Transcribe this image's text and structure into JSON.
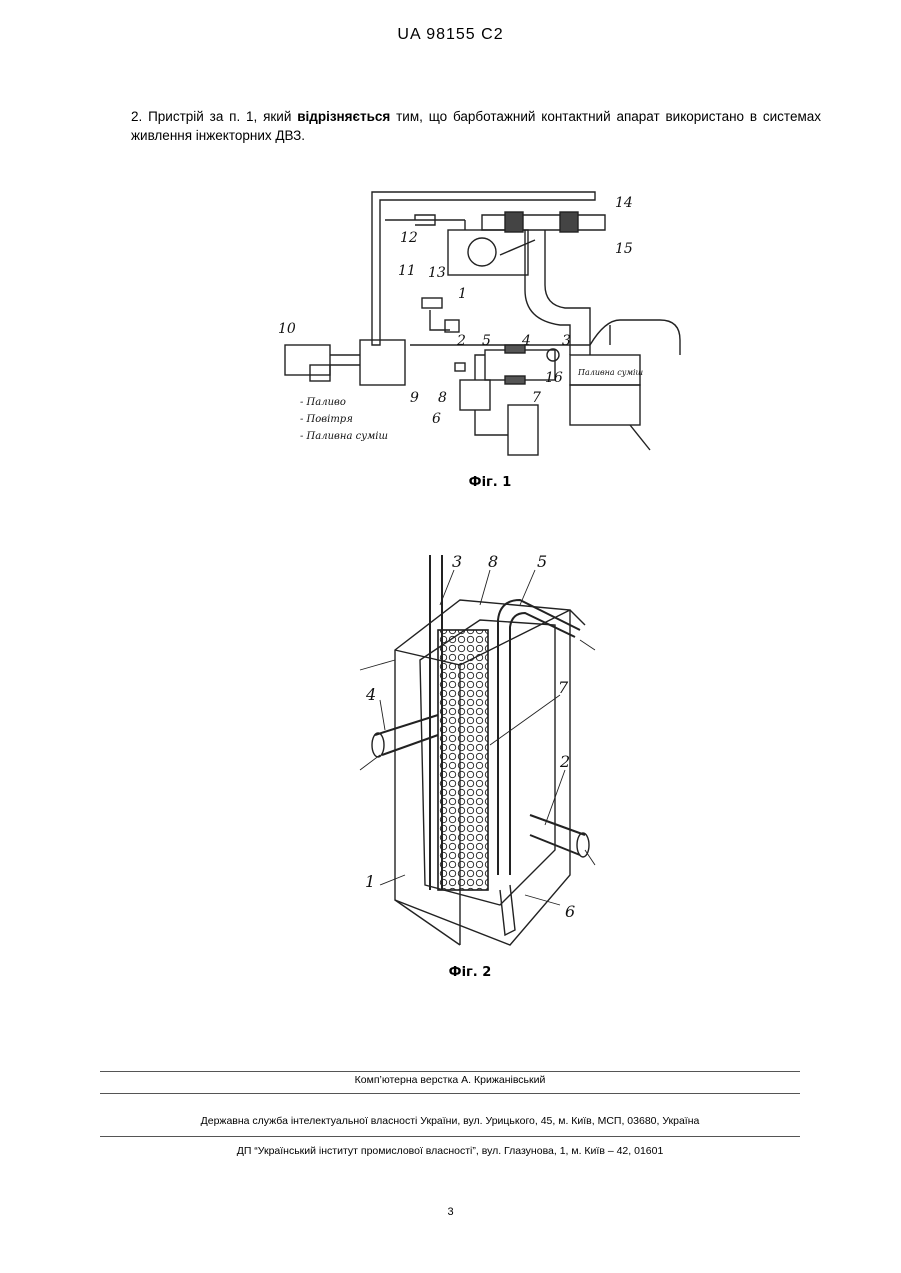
{
  "header": {
    "doc_id": "UA   98155   C2"
  },
  "claim": {
    "part1": "2. Пристрій за п. 1, який ",
    "bold": "відрізняється",
    "part2": " тим, що барботажний контактний апарат використано в системах живлення інжекторних ДВЗ."
  },
  "fig1": {
    "caption": "Фіг. 1",
    "labels": [
      "14",
      "12",
      "15",
      "11",
      "13",
      "1",
      "10",
      "2",
      "5",
      "4",
      "3",
      "16",
      "9",
      "8",
      "7",
      "6"
    ],
    "legend": [
      "- Паливо",
      "- Повітря",
      "- Паливна суміш"
    ],
    "engine_label": "Паливна суміш"
  },
  "fig2": {
    "caption": "Фіг. 2",
    "labels": [
      "3",
      "8",
      "5",
      "4",
      "7",
      "2",
      "1",
      "6"
    ]
  },
  "footer": {
    "layout": "Комп’ютерна верстка А. Крижанівський",
    "service": "Державна служба інтелектуальної власності України, вул. Урицького, 45, м. Київ, МСП, 03680, Україна",
    "institute": "ДП “Український інститут промислової власності”, вул. Глазунова, 1, м. Київ – 42, 01601"
  },
  "page_number": "3"
}
